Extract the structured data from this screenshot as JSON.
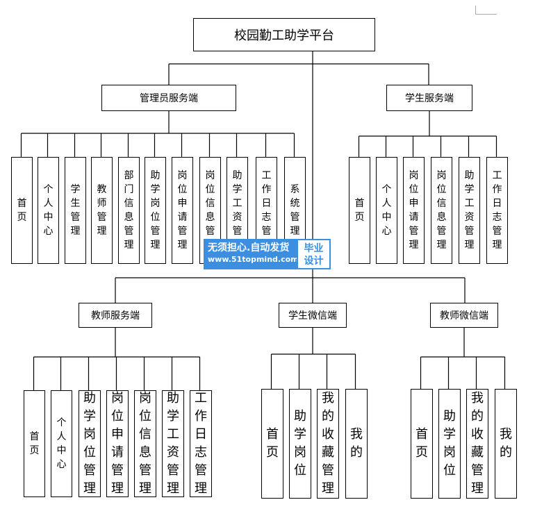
{
  "root": {
    "label": "校园勤工助学平台"
  },
  "groups": [
    {
      "label": "管理员服务端",
      "items": [
        "首页",
        "个人中心",
        "学生管理",
        "教师管理",
        "部门信息管理",
        "助学岗位管理",
        "岗位申请管理",
        "岗位信息管理",
        "助学工资管理",
        "工作日志管理",
        "系统管理"
      ]
    },
    {
      "label": "学生服务端",
      "items": [
        "首页",
        "个人中心",
        "岗位申请管理",
        "岗位信息管理",
        "助学工资管理",
        "工作日志管理"
      ]
    },
    {
      "label": "教师服务端",
      "items": [
        "首页",
        "个人中心",
        "助学岗位管理",
        "岗位申请管理",
        "岗位信息管理",
        "助学工资管理",
        "工作日志管理"
      ]
    },
    {
      "label": "学生微信端",
      "items": [
        "首页",
        "助学岗位",
        "我的收藏管理",
        "我的"
      ]
    },
    {
      "label": "教师微信端",
      "items": [
        "首页",
        "助学岗位",
        "我的收藏管理",
        "我的"
      ]
    }
  ],
  "watermark": {
    "line1": "无须担心.自动发货",
    "line2": "www.51topmind.com",
    "badge": "毕业设计"
  }
}
